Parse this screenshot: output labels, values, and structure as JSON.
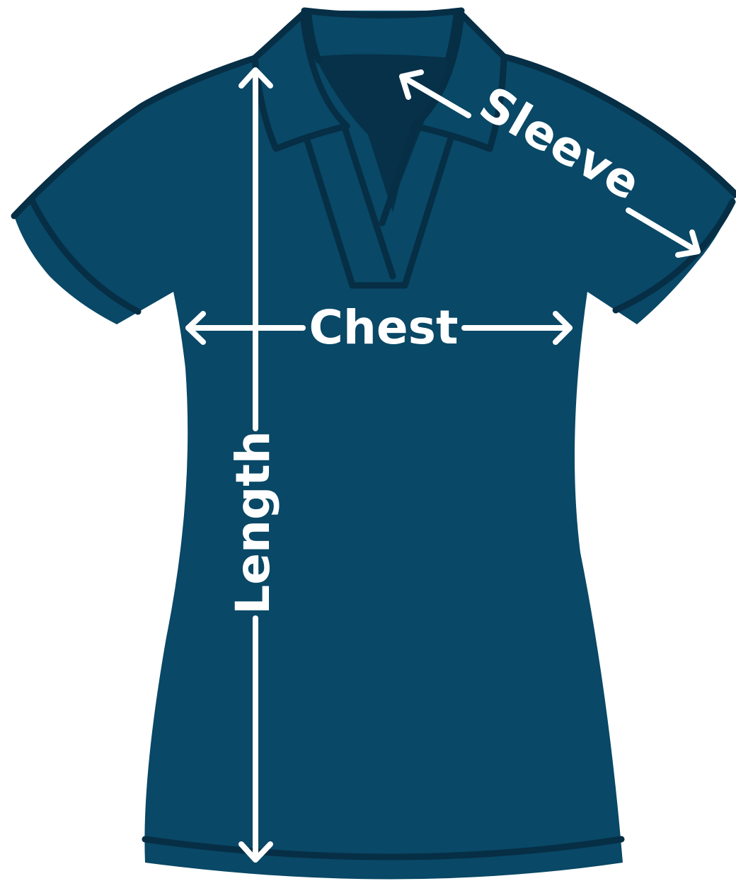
{
  "colors": {
    "body": "#094866",
    "outline": "#062e45",
    "inner": "#063149",
    "label": "#ffffff",
    "background": "#ffffff"
  },
  "labels": {
    "chest": "Chest",
    "length": "Length",
    "sleeve": "Sleeve"
  }
}
